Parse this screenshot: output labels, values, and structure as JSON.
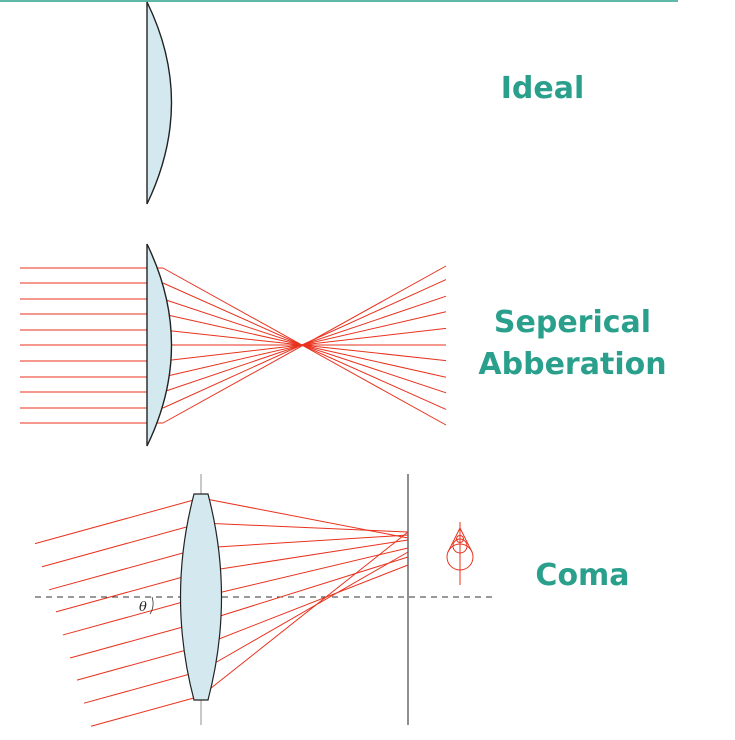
{
  "panels": [
    {
      "id": "ideal",
      "title": "Ideal"
    },
    {
      "id": "spherical",
      "title_line1": "Seperical",
      "title_line2": "Abberation"
    },
    {
      "id": "coma",
      "title": "Coma",
      "angle_symbol": "θ"
    }
  ],
  "colors": {
    "label": "#2aa08c",
    "ray": "#e8321e",
    "lens_fill": "#d3e9ef",
    "lens_stroke": "#222222",
    "axis": "#333333",
    "top_rule": "#2aa08c"
  },
  "icons": [
    "plano-convex-lens",
    "biconvex-lens",
    "coma-spot-pattern"
  ]
}
